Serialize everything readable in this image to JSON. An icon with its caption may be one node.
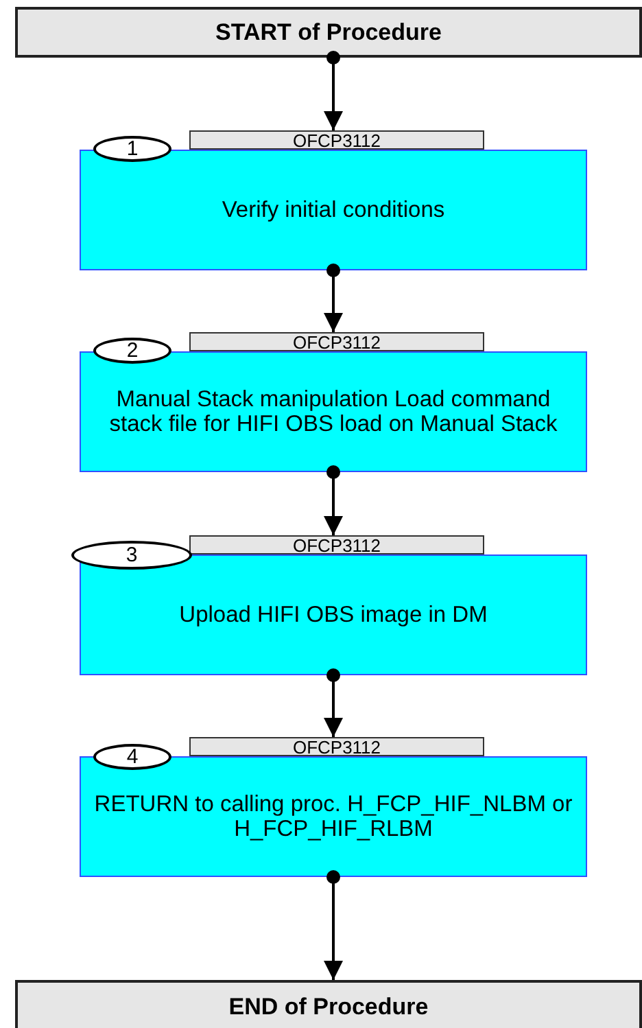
{
  "diagram": {
    "nodes": [
      {
        "text": [
          "START of Procedure"
        ]
      },
      {
        "text": [
          "1"
        ]
      },
      {
        "text": [
          "OFCP3112"
        ]
      },
      {
        "text": [
          "Verify initial conditions"
        ]
      },
      {
        "text": [
          "2"
        ]
      },
      {
        "text": [
          "OFCP3112"
        ]
      },
      {
        "text": [
          "Manual Stack manipulation Load command stack file for HIFI OBS load on Manual Stack"
        ]
      },
      {
        "text": [
          "3"
        ]
      },
      {
        "text": [
          "OFCP3112"
        ]
      },
      {
        "text": [
          "Upload HIFI OBS image in DM"
        ]
      },
      {
        "text": [
          "4"
        ]
      },
      {
        "text": [
          "OFCP3112"
        ]
      },
      {
        "text": [
          "RETURN to calling proc. H_FCP_HIF_NLBM or H_FCP_HIF_RLBM"
        ]
      },
      {
        "text": [
          "END of Procedure"
        ]
      }
    ],
    "edges": [
      {
        "from": 0,
        "to": 2,
        "arrow": "to"
      },
      {
        "from": 3,
        "to": 5,
        "arrow": "to"
      },
      {
        "from": 6,
        "to": 8,
        "arrow": "to"
      },
      {
        "from": 9,
        "to": 11,
        "arrow": "to"
      },
      {
        "from": 12,
        "to": 13,
        "arrow": "to"
      }
    ]
  }
}
